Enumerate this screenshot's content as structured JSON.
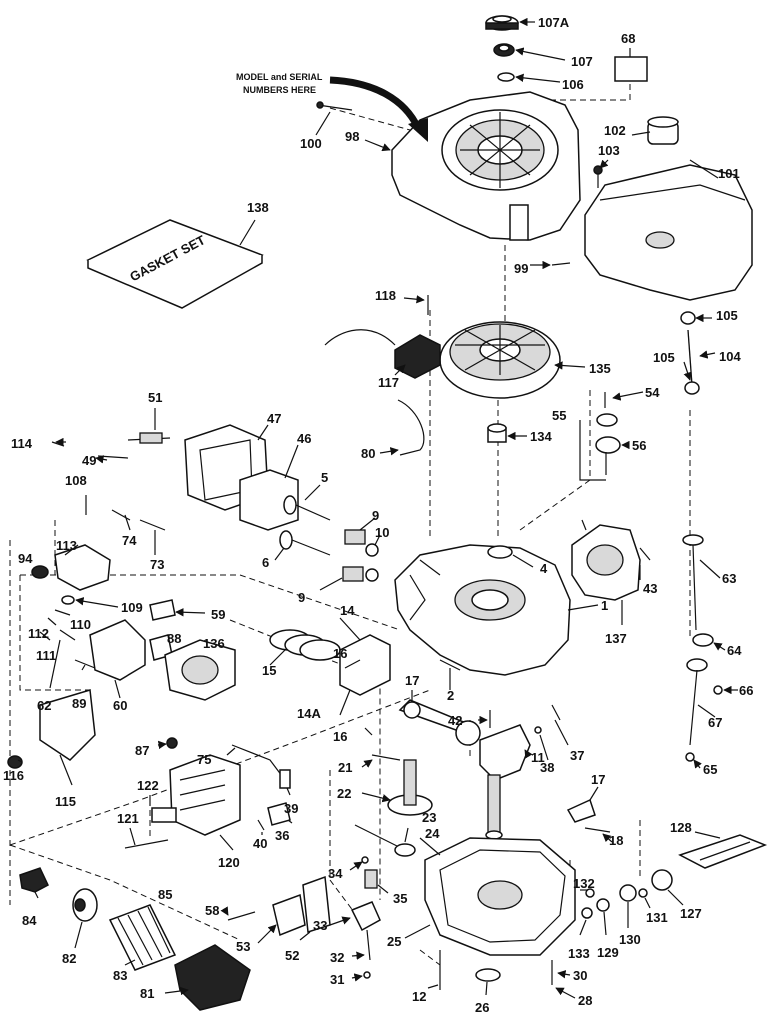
{
  "note": {
    "line1": "MODEL and SERIAL",
    "line2": "NUMBERS HERE"
  },
  "gasket_set_text": "GASKET SET",
  "labels": {
    "107A": "107A",
    "107": "107",
    "106": "106",
    "68": "68",
    "100": "100",
    "98": "98",
    "102": "102",
    "103": "103",
    "101": "101",
    "138": "138",
    "99": "99",
    "118": "118",
    "105a": "105",
    "105b": "105",
    "104": "104",
    "117": "117",
    "135": "135",
    "54": "54",
    "55": "55",
    "51": "51",
    "47": "47",
    "46": "46",
    "114": "114",
    "49": "49",
    "80": "80",
    "134": "134",
    "56": "56",
    "108": "108",
    "5": "5",
    "74": "74",
    "73": "73",
    "9a": "9",
    "10": "10",
    "113": "113",
    "94": "94",
    "6": "6",
    "4": "4",
    "43": "43",
    "63": "63",
    "9b": "9",
    "1": "1",
    "137": "137",
    "109": "109",
    "59": "59",
    "14": "14",
    "112": "112",
    "110": "110",
    "111": "111",
    "88": "88",
    "136": "136",
    "16a": "16",
    "15": "15",
    "64": "64",
    "62": "62",
    "89": "89",
    "60": "60",
    "2": "2",
    "17a": "17",
    "66": "66",
    "14A": "14A",
    "42": "42",
    "16b": "16",
    "87": "87",
    "67": "67",
    "75": "75",
    "37": "37",
    "116": "116",
    "115": "115",
    "21": "21",
    "38": "38",
    "65": "65",
    "122": "122",
    "11": "11",
    "22": "22",
    "39": "39",
    "17b": "17",
    "121": "121",
    "23": "23",
    "36": "36",
    "18": "18",
    "24": "24",
    "40": "40",
    "128": "128",
    "120": "120",
    "34": "34",
    "85": "85",
    "84": "84",
    "132": "132",
    "35": "35",
    "58": "58",
    "127": "127",
    "33": "33",
    "131": "131",
    "130": "130",
    "129": "129",
    "25": "25",
    "133": "133",
    "82": "82",
    "53": "53",
    "52": "52",
    "32": "32",
    "83": "83",
    "30": "30",
    "31": "31",
    "12": "12",
    "26": "26",
    "28": "28",
    "81": "81"
  }
}
